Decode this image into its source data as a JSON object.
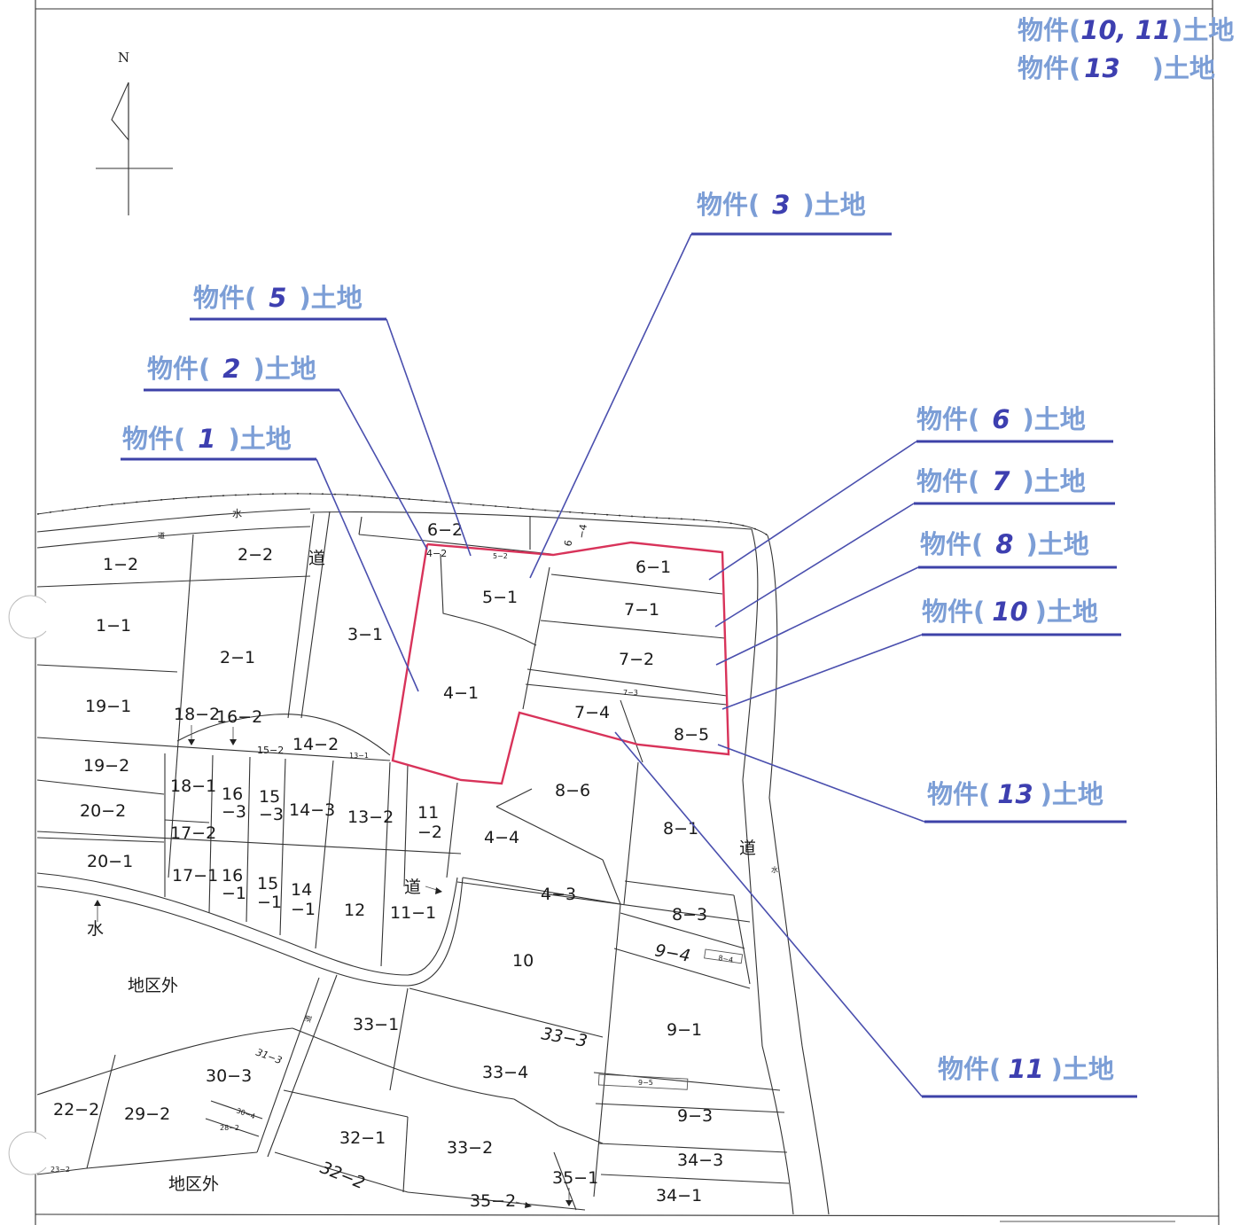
{
  "compass": {
    "north_label": "N"
  },
  "header": {
    "line1_prefix": "物件(",
    "line1_num": "10, 11",
    "line1_suffix": ")土地",
    "line2_prefix": "物件(",
    "line2_num": "13",
    "line2_suffix": ")土地"
  },
  "property_labels": [
    {
      "prefix": "物件(",
      "num": "3",
      "suffix": ")土地"
    },
    {
      "prefix": "物件(",
      "num": "5",
      "suffix": ")土地"
    },
    {
      "prefix": "物件(",
      "num": "2",
      "suffix": ")土地"
    },
    {
      "prefix": "物件(",
      "num": "1",
      "suffix": ")土地"
    },
    {
      "prefix": "物件(",
      "num": "6",
      "suffix": ")土地"
    },
    {
      "prefix": "物件(",
      "num": "7",
      "suffix": ")土地"
    },
    {
      "prefix": "物件(",
      "num": "8",
      "suffix": ")土地"
    },
    {
      "prefix": "物件(",
      "num": "10",
      "suffix": ")土地"
    },
    {
      "prefix": "物件(",
      "num": "13",
      "suffix": ")土地"
    },
    {
      "prefix": "物件(",
      "num": "11",
      "suffix": ")土地"
    }
  ],
  "parcels": {
    "p1_2": "1−2",
    "p1_1": "1−1",
    "p2_2": "2−2",
    "p2_1": "2−1",
    "p3_1": "3−1",
    "p6_2": "6−2",
    "p4_2": "4−2",
    "p5_2": "5−2",
    "p6_4a": "6",
    "p6_4b": "−4",
    "p5_1": "5−1",
    "p4_1": "4−1",
    "p6_1": "6−1",
    "p7_1": "7−1",
    "p7_2": "7−2",
    "p7_3": "7−3",
    "p7_4": "7−4",
    "p8_5": "8−5",
    "p19_1": "19−1",
    "p18_2": "18−2",
    "p16_2": "16−2",
    "p15_2": "15−2",
    "p14_2": "14−2",
    "p13_1": "13−1",
    "p19_2": "19−2",
    "p18_1": "18−1",
    "p16_3a": "16",
    "p16_3b": "−3",
    "p15_3a": "15",
    "p15_3b": "−3",
    "p14_3": "14−3",
    "p13_2": "13−2",
    "p11_2a": "11",
    "p11_2b": "−2",
    "p20_2": "20−2",
    "p17_2": "17−2",
    "p8_6": "8−6",
    "p4_4": "4−4",
    "p8_1": "8−1",
    "p20_1": "20−1",
    "p17_1": "17−1",
    "p16_1a": "16",
    "p16_1b": "−1",
    "p15_1a": "15",
    "p15_1b": "−1",
    "p14_1a": "14",
    "p14_1b": "−1",
    "p12": "12",
    "p11_1": "11−1",
    "p4_3": "4−3",
    "p8_3": "8−3",
    "p9_4": "9−4",
    "p8_4": "8−4",
    "p10": "10",
    "p33_1": "33−1",
    "p33_3": "33−3",
    "p9_1": "9−1",
    "p31_3": "31−3",
    "p30_3": "30−3",
    "p33_4": "33−4",
    "p9_5": "9−5",
    "p22_2": "22−2",
    "p29_2": "29−2",
    "p30_4": "30−4",
    "p28_2": "28−2",
    "p32_1": "32−1",
    "p33_2": "33−2",
    "p9_3": "9−3",
    "p34_3": "34−3",
    "p23_2": "23−2",
    "p32_2": "32−2",
    "p35_1": "35−1",
    "p35_2": "35−2",
    "p34_1": "34−1"
  },
  "map_text": {
    "road": "道",
    "water": "水",
    "outside_district": "地区外"
  }
}
